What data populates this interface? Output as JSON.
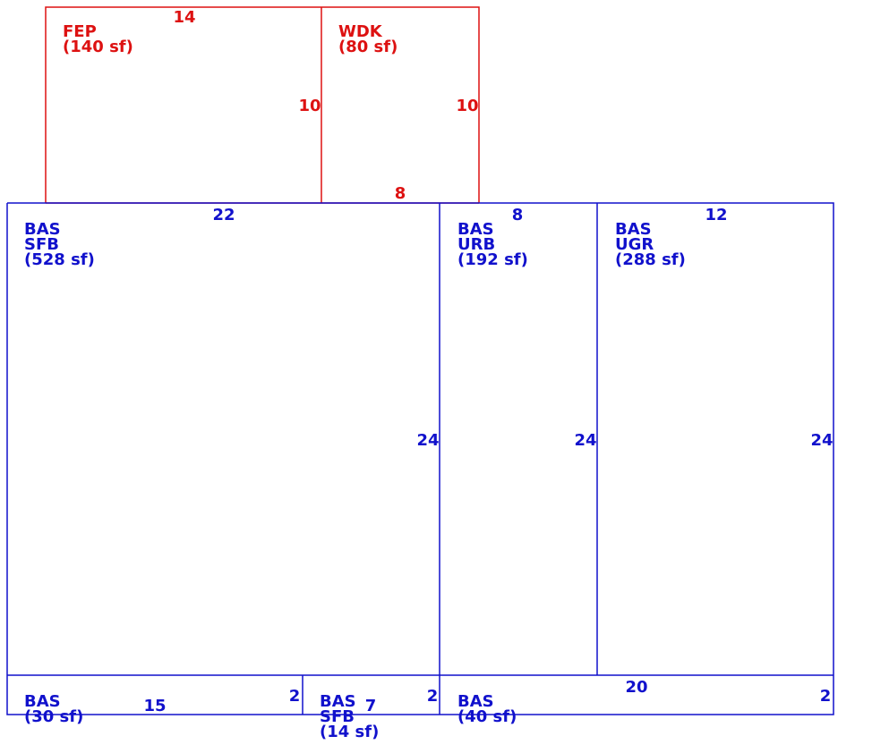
{
  "colors": {
    "blue": "#1111cc",
    "red": "#dd1111"
  },
  "areas": [
    {
      "id": "fep",
      "color": "red",
      "lines": [
        "FEP",
        "(140 sf)"
      ]
    },
    {
      "id": "wdk",
      "color": "red",
      "lines": [
        "WDK",
        "(80 sf)"
      ]
    },
    {
      "id": "bas-sfb-main",
      "color": "blue",
      "lines": [
        "BAS",
        "SFB",
        "(528 sf)"
      ]
    },
    {
      "id": "bas-urb",
      "color": "blue",
      "lines": [
        "BAS",
        "URB",
        "(192 sf)"
      ]
    },
    {
      "id": "bas-ugr",
      "color": "blue",
      "lines": [
        "BAS",
        "UGR",
        "(288 sf)"
      ]
    },
    {
      "id": "bas-30",
      "color": "blue",
      "lines": [
        "BAS",
        "(30 sf)"
      ]
    },
    {
      "id": "bas-sfb-14",
      "color": "blue",
      "lines": [
        "BAS",
        "SFB",
        "(14 sf)"
      ]
    },
    {
      "id": "bas-40",
      "color": "blue",
      "lines": [
        "BAS",
        "(40 sf)"
      ]
    }
  ],
  "dimensions": [
    {
      "id": "fep-top",
      "color": "red",
      "text": "14"
    },
    {
      "id": "fep-right",
      "color": "red",
      "text": "10"
    },
    {
      "id": "wdk-right",
      "color": "red",
      "text": "10"
    },
    {
      "id": "wdk-bottom",
      "color": "red",
      "text": "8"
    },
    {
      "id": "main-top",
      "color": "blue",
      "text": "22"
    },
    {
      "id": "main-right",
      "color": "blue",
      "text": "24"
    },
    {
      "id": "urb-top",
      "color": "blue",
      "text": "8"
    },
    {
      "id": "urb-right",
      "color": "blue",
      "text": "24"
    },
    {
      "id": "ugr-top",
      "color": "blue",
      "text": "12"
    },
    {
      "id": "ugr-right",
      "color": "blue",
      "text": "24"
    },
    {
      "id": "strip1-top",
      "color": "blue",
      "text": "15"
    },
    {
      "id": "strip1-right",
      "color": "blue",
      "text": "2"
    },
    {
      "id": "strip2-top",
      "color": "blue",
      "text": "7"
    },
    {
      "id": "strip2-right",
      "color": "blue",
      "text": "2"
    },
    {
      "id": "strip3-top",
      "color": "blue",
      "text": "20"
    },
    {
      "id": "strip3-right",
      "color": "blue",
      "text": "2"
    }
  ]
}
